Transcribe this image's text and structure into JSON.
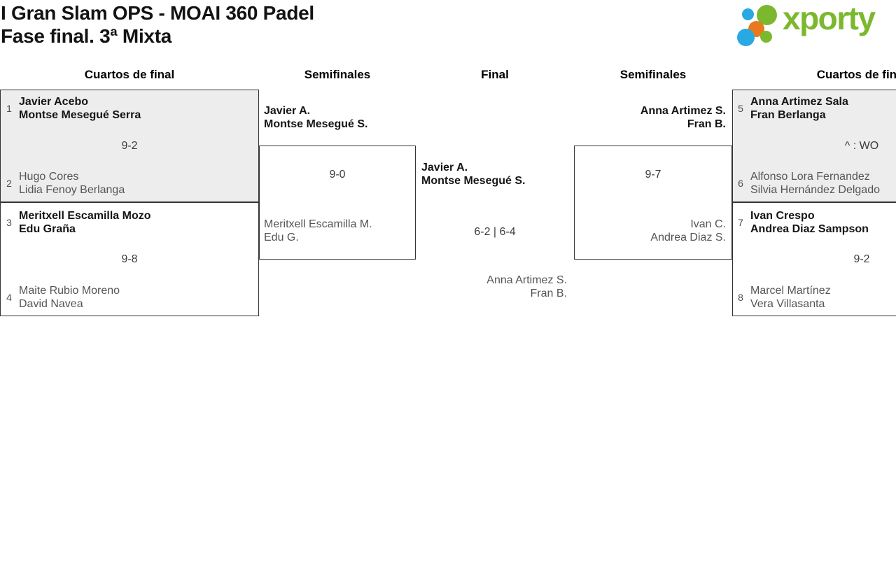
{
  "header": {
    "title_line1": "I Gran Slam OPS - MOAI 360 Padel",
    "title_line2": "Fase final. 3ª Mixta",
    "logo_text": "xporty"
  },
  "columns": {
    "c1": "Cuartos de final",
    "c2": "Semifinales",
    "c3": "Final",
    "c4": "Semifinales",
    "c5": "Cuartos de final"
  },
  "colors": {
    "winner_text": "#141414",
    "loser_text": "#555555",
    "shaded_box": "#ededed",
    "box_border": "#333333",
    "logo_green": "#7cb82e",
    "logo_blue": "#29a9e1",
    "logo_orange": "#e8791e"
  },
  "bracket": {
    "qf1": {
      "top_seed": "1",
      "top": [
        "Javier Acebo",
        "Montse Mesegué Serra"
      ],
      "score": "9-2",
      "bottom_seed": "2",
      "bottom": [
        "Hugo Cores",
        "Lidia Fenoy Berlanga"
      ]
    },
    "qf2": {
      "top_seed": "3",
      "top": [
        "Meritxell Escamilla Mozo",
        "Edu Graña"
      ],
      "score": "9-8",
      "bottom_seed": "4",
      "bottom": [
        "Maite Rubio Moreno",
        "David Navea"
      ]
    },
    "sf_left": {
      "winner": [
        "Javier A.",
        "Montse Mesegué S."
      ],
      "score": "9-0",
      "loser": [
        "Meritxell Escamilla M.",
        "Edu G."
      ]
    },
    "final": {
      "winner": [
        "Javier A.",
        "Montse Mesegué S."
      ],
      "score": "6-2 | 6-4",
      "loser": [
        "Anna Artimez S.",
        "Fran B."
      ]
    },
    "sf_right": {
      "winner": [
        "Anna Artimez S.",
        "Fran B."
      ],
      "score": "9-7",
      "loser": [
        "Ivan C.",
        "Andrea Diaz S."
      ]
    },
    "qf3": {
      "top_seed": "5",
      "top": [
        "Anna Artimez Sala",
        "Fran Berlanga"
      ],
      "score": "^ : WO",
      "bottom_seed": "6",
      "bottom": [
        "Alfonso Lora Fernandez",
        "Silvia Hernández Delgado"
      ]
    },
    "qf4": {
      "top_seed": "7",
      "top": [
        "Ivan Crespo",
        "Andrea Diaz Sampson"
      ],
      "score": "9-2",
      "bottom_seed": "8",
      "bottom": [
        "Marcel Martínez",
        "Vera Villasanta"
      ]
    }
  }
}
